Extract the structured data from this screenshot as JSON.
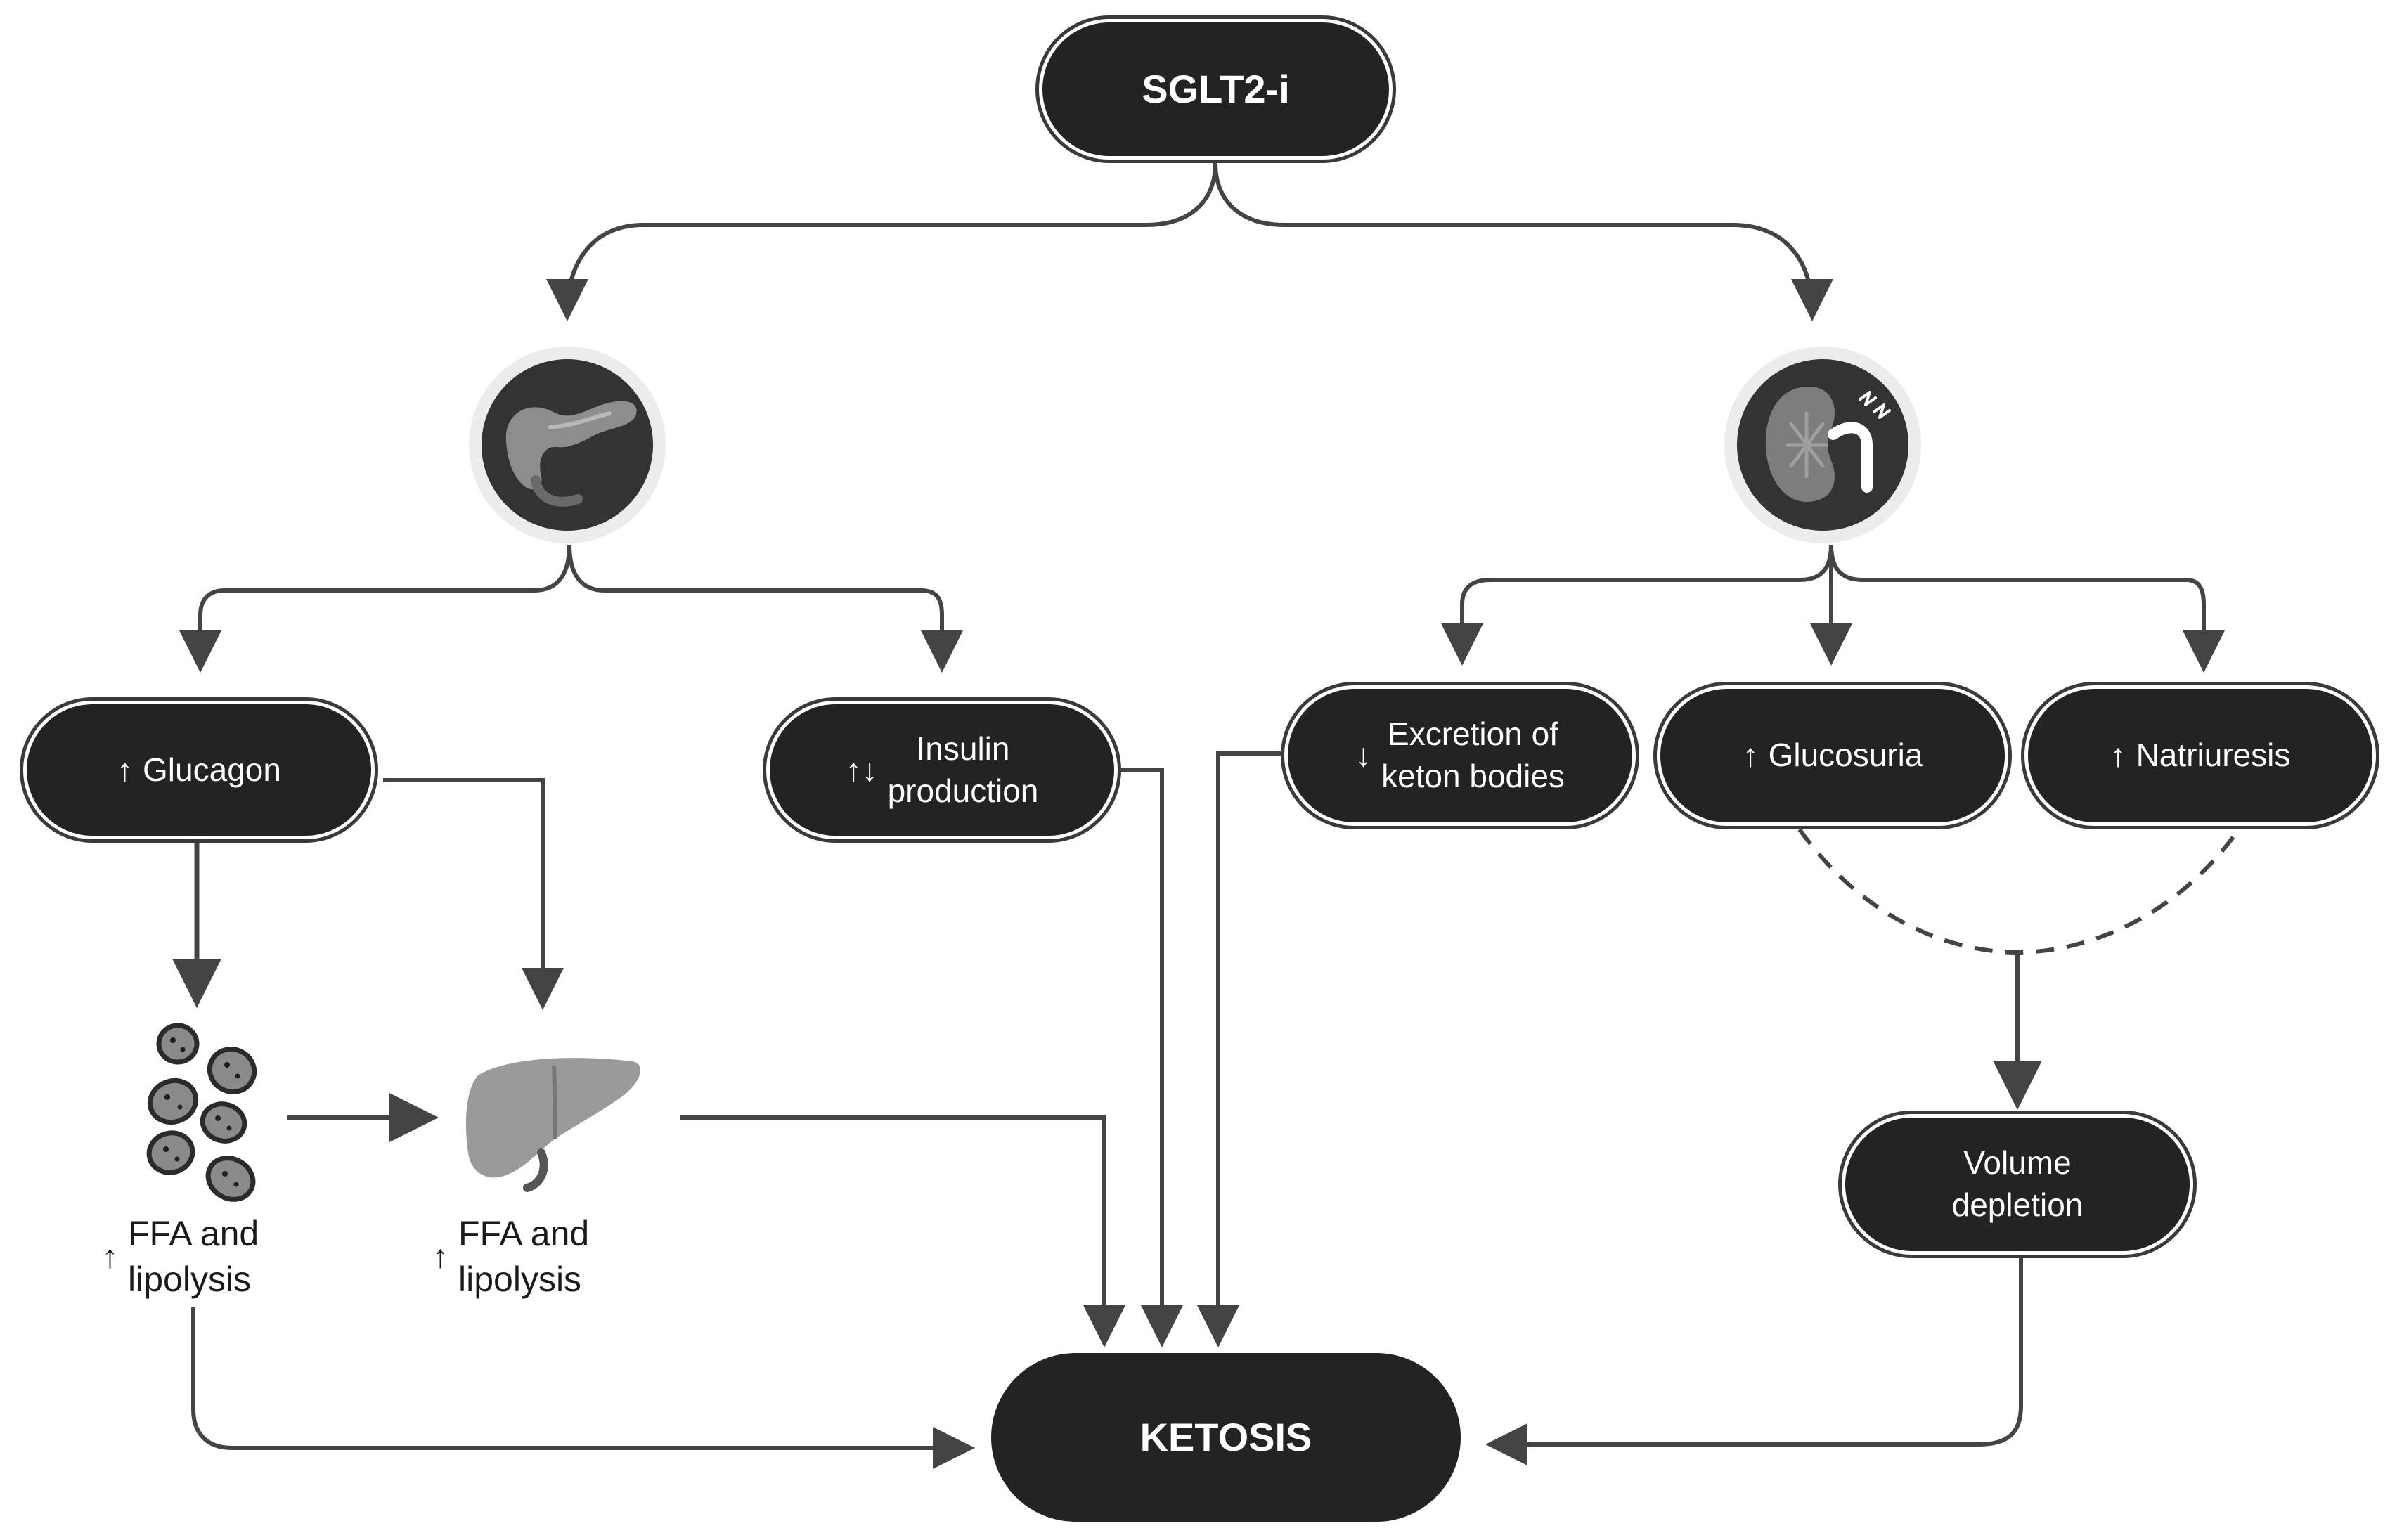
{
  "diagram": {
    "top": {
      "label": "SGLT2-i"
    },
    "bottom": {
      "label": "KETOSIS"
    },
    "left_branch": {
      "organ_icon": "pancreas-icon",
      "glucagon": {
        "arrow": "↑",
        "label": "Glucagon"
      },
      "insulin": {
        "arrow": "↑↓",
        "label": "Insulin\nproduction"
      },
      "adipose": {
        "icon": "fat-cells-icon",
        "arrow": "↑",
        "label": "FFA and\nlipolysis"
      },
      "liver": {
        "icon": "liver-icon",
        "arrow": "↑",
        "label": "FFA and\nlipolysis"
      }
    },
    "right_branch": {
      "organ_icon": "kidney-icon",
      "excretion": {
        "arrow": "↓",
        "label": "Excretion of\nketon bodies"
      },
      "glucosuria": {
        "arrow": "↑",
        "label": "Glucosuria"
      },
      "natriuresis": {
        "arrow": "↑",
        "label": "Natriuresis"
      },
      "volume": {
        "label": "Volume\ndepletion"
      }
    }
  },
  "colors": {
    "node_fill": "#232323",
    "node_text": "#ffffff",
    "connector": "#444444",
    "organ_ring": "#ececec",
    "organ_disc": "#333333"
  }
}
